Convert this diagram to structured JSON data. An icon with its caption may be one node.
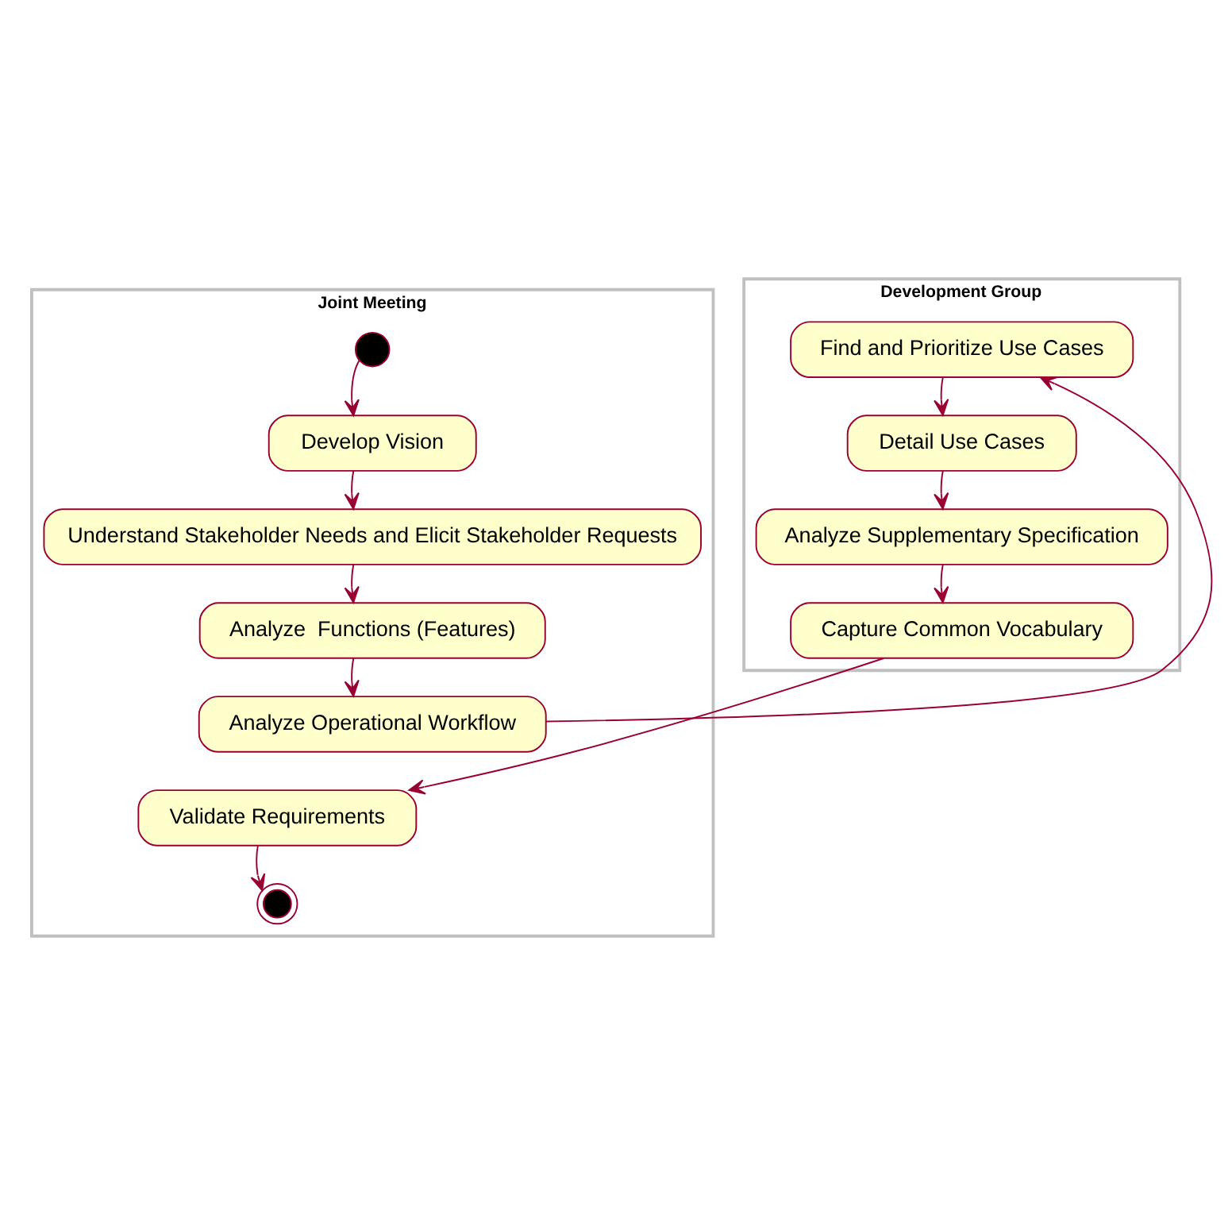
{
  "diagram": {
    "nodes": [
      {
        "text": [
          "Joint Meeting"
        ]
      },
      {
        "text": [],
        "shape": "circle",
        "in": 0
      },
      {
        "text": [
          "Develop Vision"
        ],
        "in": 0
      },
      {
        "text": [
          "Understand Stakeholder Needs and Elicit Stakeholder Requests"
        ],
        "in": 0
      },
      {
        "text": [
          "Analyze  Functions (Features)"
        ],
        "in": 0
      },
      {
        "text": [
          "Analyze Operational Workflow"
        ],
        "in": 0
      },
      {
        "text": [
          "Validate Requirements"
        ],
        "in": 0
      },
      {
        "text": [],
        "shape": "bullseye",
        "in": 0
      },
      {
        "text": [
          "Development Group"
        ]
      },
      {
        "text": [
          "Find and Prioritize Use Cases"
        ],
        "in": 8
      },
      {
        "text": [
          "Detail Use Cases"
        ],
        "in": 8
      },
      {
        "text": [
          "Analyze Supplementary Specification"
        ],
        "in": 8
      },
      {
        "text": [
          "Capture Common Vocabulary"
        ],
        "in": 8
      }
    ],
    "edges": [
      {
        "from": 1,
        "to": 2,
        "arrow": "to"
      },
      {
        "from": 2,
        "to": 3,
        "arrow": "to"
      },
      {
        "from": 3,
        "to": 4,
        "arrow": "to"
      },
      {
        "from": 4,
        "to": 5,
        "arrow": "to"
      },
      {
        "from": 5,
        "to": 9,
        "arrow": "to"
      },
      {
        "from": 9,
        "to": 10,
        "arrow": "to"
      },
      {
        "from": 10,
        "to": 11,
        "arrow": "to"
      },
      {
        "from": 11,
        "to": 12,
        "arrow": "to"
      },
      {
        "from": 12,
        "to": 6,
        "arrow": "to"
      },
      {
        "from": 6,
        "to": 7,
        "arrow": "to"
      }
    ]
  }
}
